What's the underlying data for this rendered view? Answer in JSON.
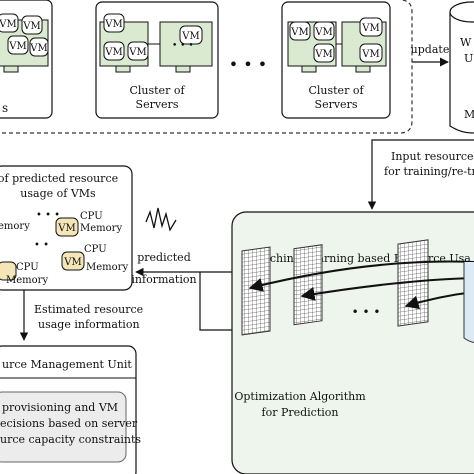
{
  "clusters": {
    "vm_label": "VM",
    "cluster_2_label_line1": "Cluster of",
    "cluster_2_label_line2": "Servers",
    "cluster_3_label_line1": "Cluster of",
    "cluster_3_label_line2": "Servers",
    "left_partial_label": "s",
    "ellipsis": "• • •"
  },
  "update_label": "update",
  "database": {
    "label_line1": "W",
    "label_line2": "U",
    "label_line3": "M"
  },
  "input_label_line1": "Input resource us",
  "input_label_line2": "for training/re-tra",
  "predicted_box": {
    "title_line1": "of predicted resource",
    "title_line2": "usage of VMs",
    "vm_label": "VM",
    "cpu_label": "CPU",
    "memory_label": "Memory",
    "memory_partial_1": "emory",
    "memory_partial_2": "Memory",
    "ellipsis": "• • •",
    "dots": "• •"
  },
  "predicted_information_line1": "predicted",
  "predicted_information_line2": "information",
  "estimated_line1": "Estimated resource",
  "estimated_line2": "usage information",
  "ml_box": {
    "title": "Machine Learning based Resource Usa",
    "optimization_line1": "Optimization Algorithm",
    "optimization_line2": "for Prediction",
    "ellipsis": "• • •"
  },
  "rmu": {
    "title": "urce Management Unit",
    "inner_line1": "provisioning and VM",
    "inner_line2": "ecisions based on server",
    "inner_line3": "urce capacity constraints"
  },
  "colors": {
    "vm_fill": "#ffffff",
    "server_fill": "#d9ead0",
    "cpu_vm_fill": "#f5e6b8",
    "ml_box_fill": "#eef5ec",
    "rmu_inner_fill": "#ececec"
  }
}
